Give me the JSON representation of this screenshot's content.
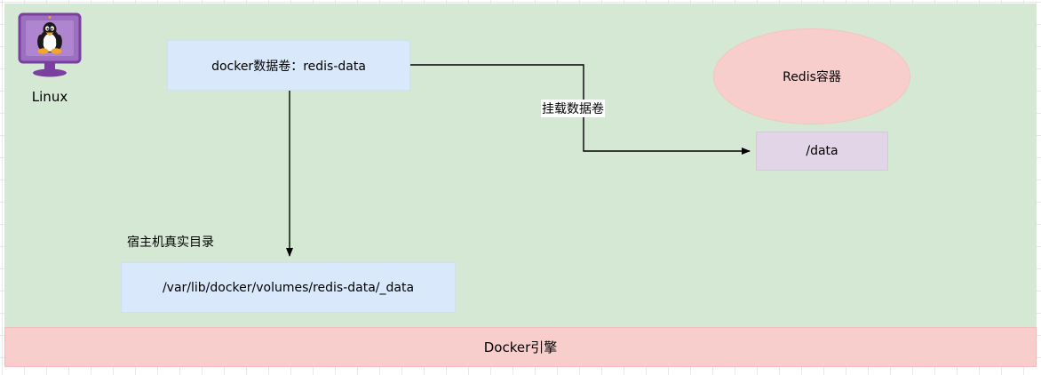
{
  "diagram": {
    "title": "Docker Volume Mount Diagram",
    "colors": {
      "host_fill": "#d5e8d4",
      "engine_fill": "#f8cecc",
      "volume_box_fill": "#dae8fc",
      "container_ellipse_fill": "#f8cecc",
      "data_box_fill": "#e1d5e7",
      "stroke": "#000000",
      "grid": "#e8e8e8"
    },
    "host": {
      "icon_name": "linux-penguin-monitor-icon",
      "label": "Linux"
    },
    "engine": {
      "label": "Docker引擎"
    },
    "nodes": {
      "volume": {
        "label": "docker数据卷：redis-data"
      },
      "host_dir_caption": {
        "label": "宿主机真实目录"
      },
      "host_dir": {
        "label": "/var/lib/docker/volumes/redis-data/_data"
      },
      "container": {
        "label": "Redis容器"
      },
      "container_path": {
        "label": "/data"
      }
    },
    "edges": [
      {
        "name": "volume-to-hostdir",
        "label": "",
        "from": "volume",
        "to": "host_dir"
      },
      {
        "name": "volume-to-container-data",
        "label": "挂载数据卷",
        "from": "volume",
        "to": "container_path"
      }
    ]
  }
}
